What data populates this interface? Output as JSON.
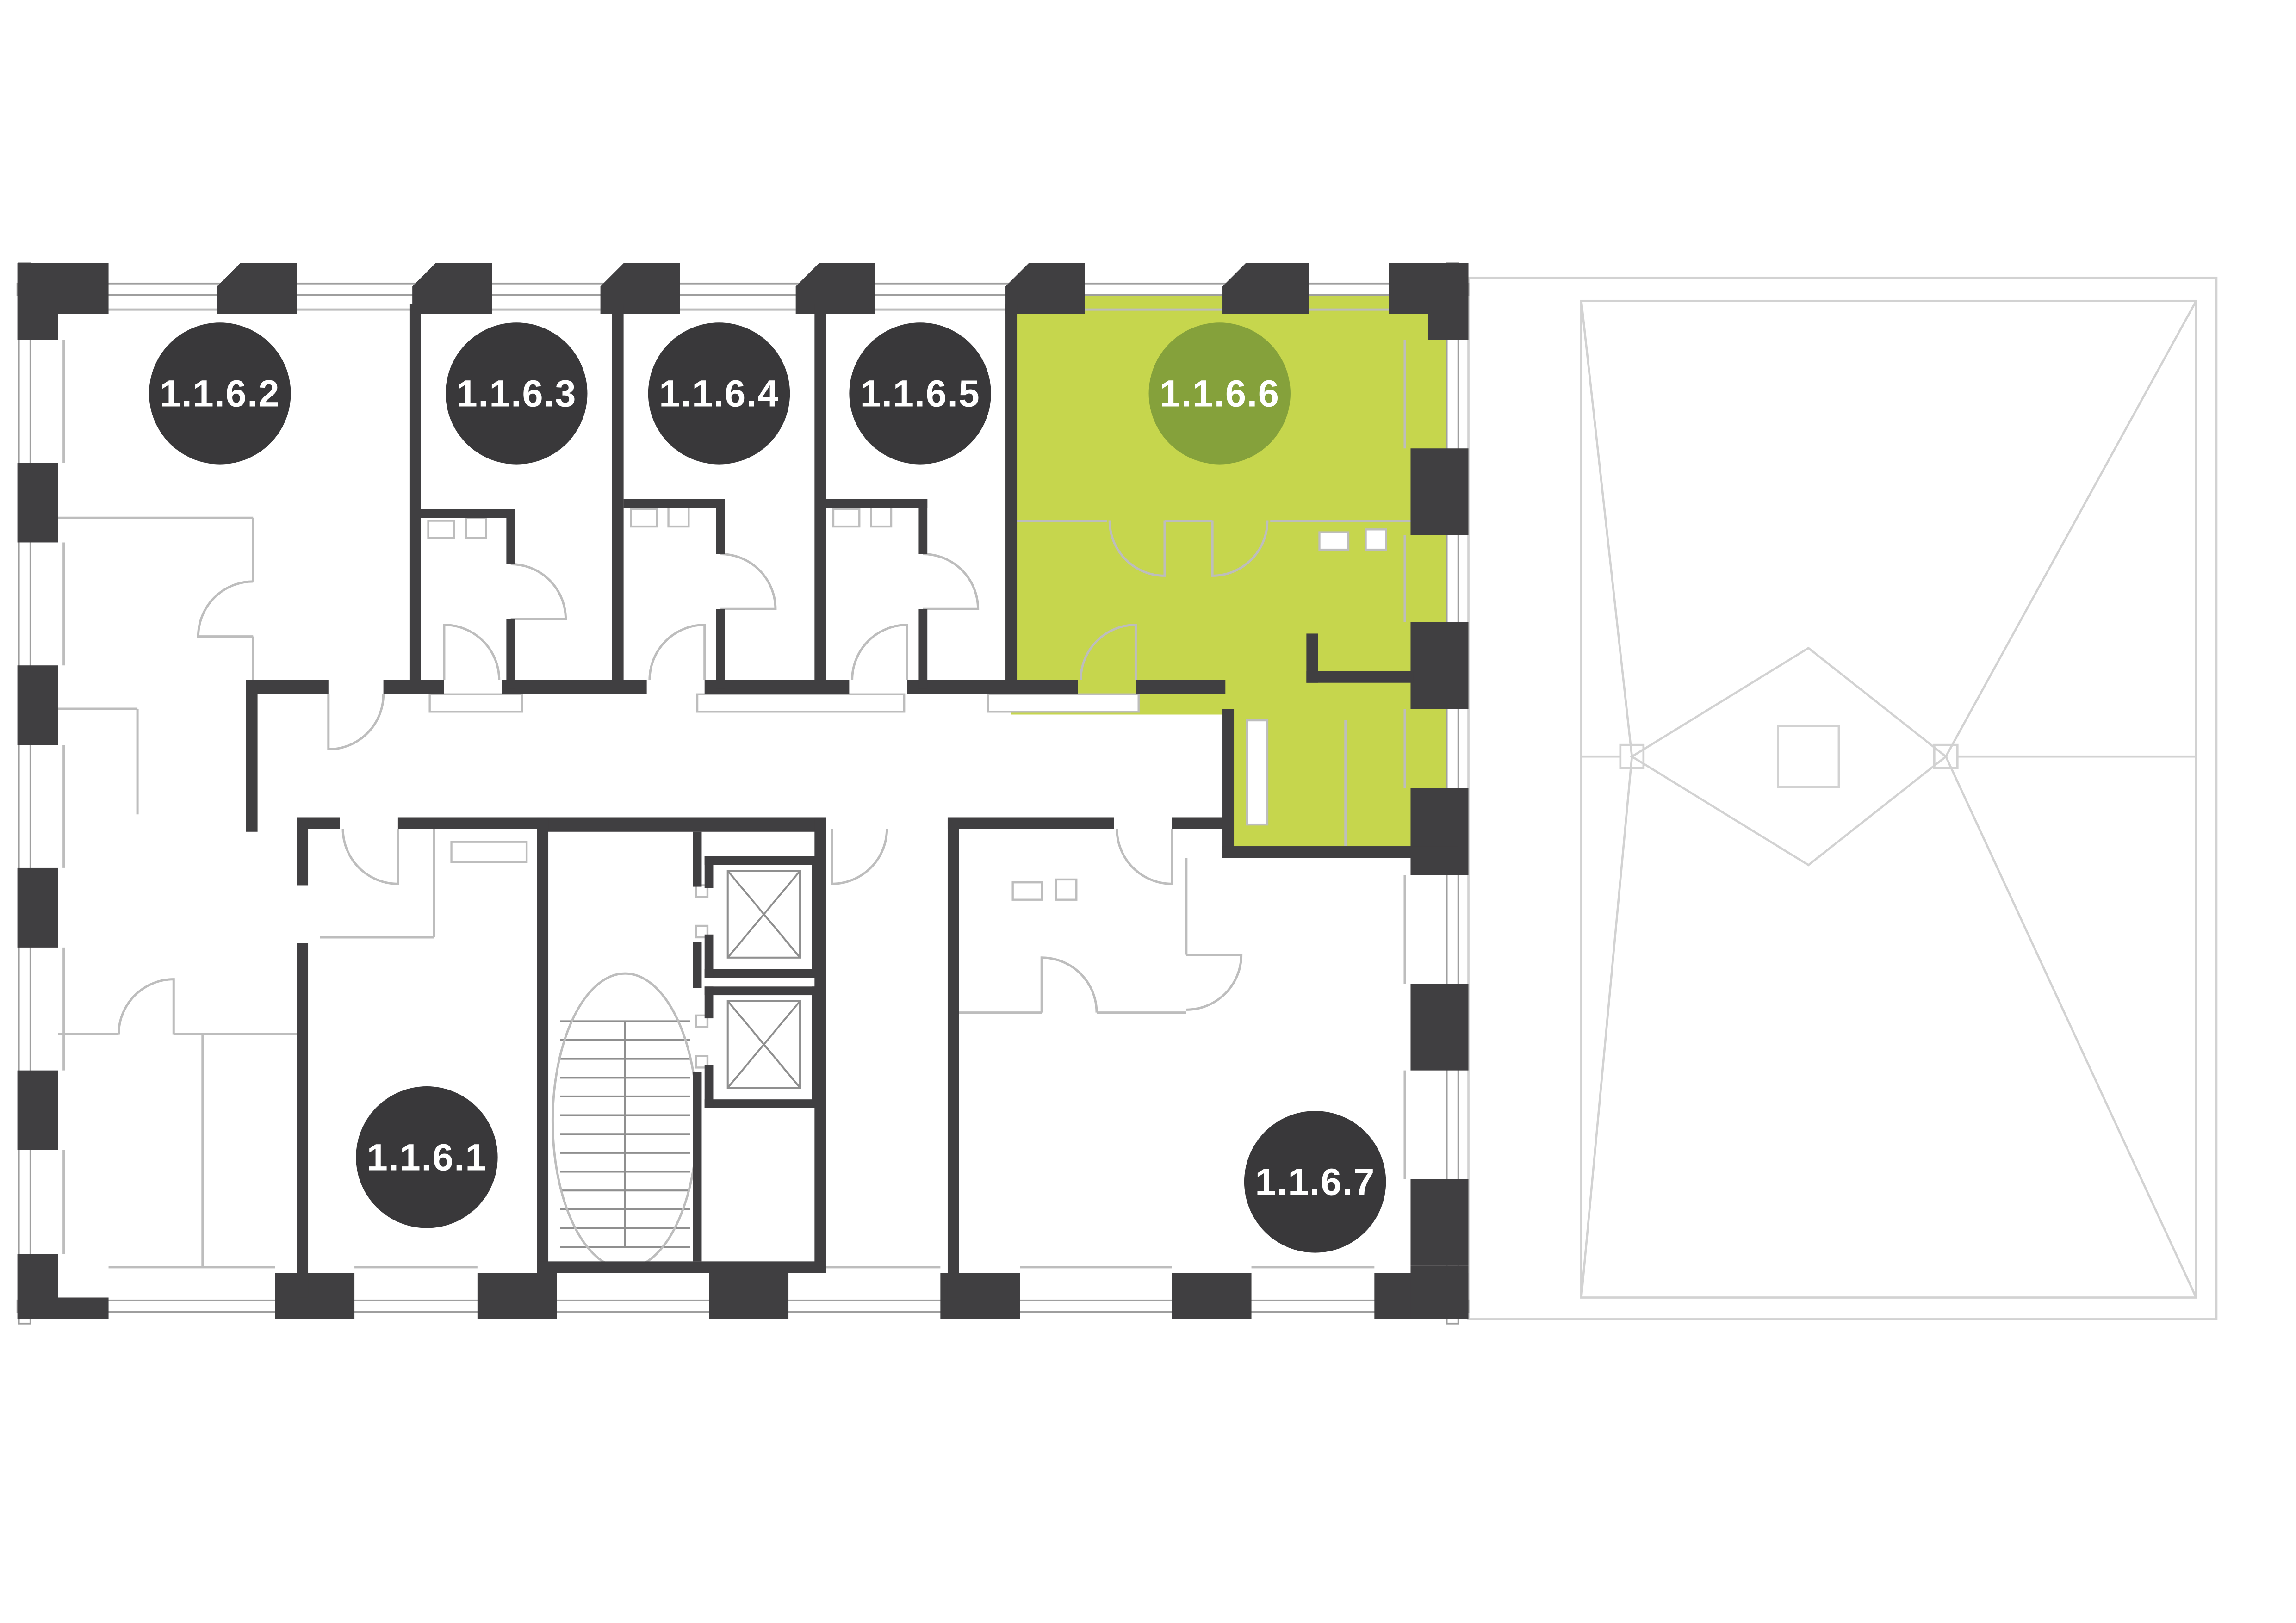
{
  "units": [
    {
      "id": "1.1.6.1",
      "label": "1.1.6.1",
      "highlighted": false
    },
    {
      "id": "1.1.6.2",
      "label": "1.1.6.2",
      "highlighted": false
    },
    {
      "id": "1.1.6.3",
      "label": "1.1.6.3",
      "highlighted": false
    },
    {
      "id": "1.1.6.4",
      "label": "1.1.6.4",
      "highlighted": false
    },
    {
      "id": "1.1.6.5",
      "label": "1.1.6.5",
      "highlighted": false
    },
    {
      "id": "1.1.6.6",
      "label": "1.1.6.6",
      "highlighted": true
    },
    {
      "id": "1.1.6.7",
      "label": "1.1.6.7",
      "highlighted": false
    }
  ],
  "selected_unit": "1.1.6.6",
  "colors": {
    "background": "#ffffff",
    "wall": "#403f41",
    "detail_line": "#bdbdbd",
    "window_line": "#9e9e9e",
    "tread_line": "#8f8f8f",
    "terrace_line": "#d2d2d2",
    "highlight_fill": "#c6d64d",
    "highlight_badge": "#85a13b",
    "badge_bg": "#39383a",
    "badge_text": "#ffffff"
  }
}
